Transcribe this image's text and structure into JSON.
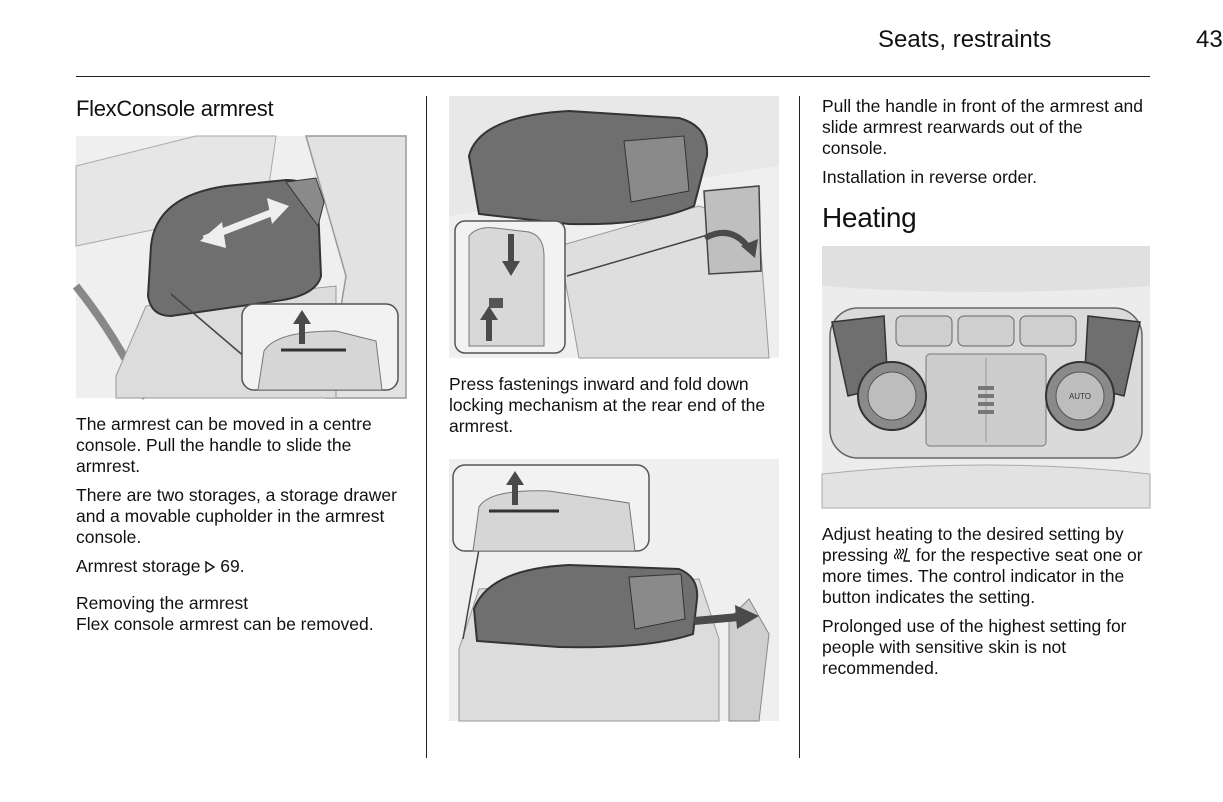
{
  "header": {
    "section_title": "Seats, restraints",
    "page_number": "43"
  },
  "col1": {
    "heading": "FlexConsole armrest",
    "para1": "The armrest can be moved in a centre console. Pull the handle to slide the armrest.",
    "para2": "There are two storages, a storage drawer and a movable cupholder in the armrest console.",
    "para3_prefix": "Armrest storage",
    "para3_ref": "69.",
    "subheading": "Removing the armrest",
    "para4": "Flex console armrest can be removed."
  },
  "col2": {
    "para1": "Press fastenings inward and fold down locking mechanism at the rear end of the armrest."
  },
  "col3": {
    "para1": "Pull the handle in front of the armrest and slide armrest rearwards out of the console.",
    "para2": "Installation in reverse order.",
    "heading": "Heating",
    "para3_prefix": "Adjust heating to the desired setting by pressing",
    "para3_suffix": "for the respective seat one or more times. The control indicator in the button indicates the setting.",
    "para4": "Prolonged use of the highest setting for people with sensitive skin is not recommended.",
    "dial_label": "AUTO"
  },
  "icons": {
    "reference": "reference-arrow-icon",
    "seat_heating": "seat-heating-icon",
    "direction": "arrow-icon"
  },
  "colors": {
    "illustration_bg": "#efefef",
    "armrest": "#6f6f6f",
    "arrow": "#4a4a4a",
    "line": "#222222"
  }
}
